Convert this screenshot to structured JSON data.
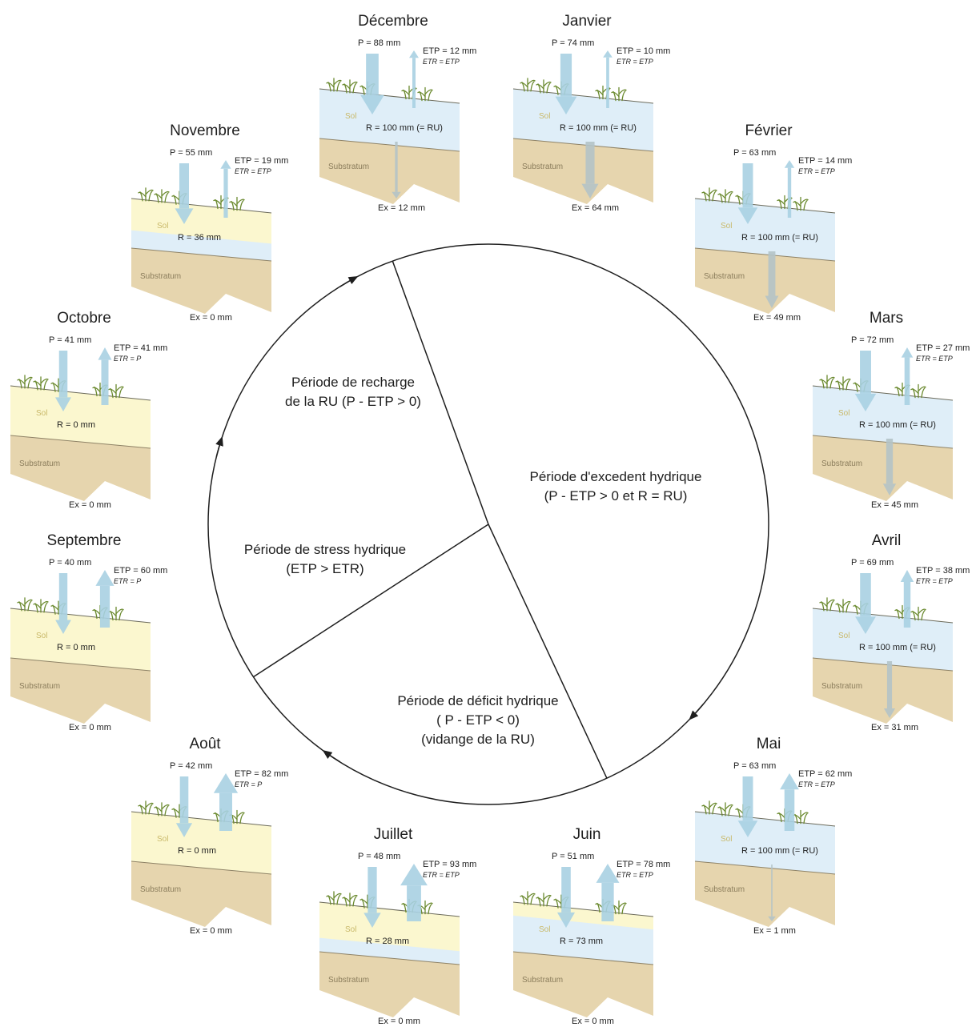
{
  "labels": {
    "sol": "Sol",
    "substratum": "Substratum"
  },
  "colors": {
    "soil_dry": "#fbf7cf",
    "soil_wet": "#dfeef8",
    "substratum": "#e6d5ae",
    "arrow_p": "#a9d0e2",
    "arrow_etp": "#a9d0e2",
    "arrow_ex": "#b4c3c6",
    "plant": "#6b8a2f",
    "line": "#1e1e1e"
  },
  "months": [
    {
      "id": "decembre",
      "name": "Décembre",
      "p": "P = 88 mm",
      "etp": "ETP = 12 mm",
      "etr": "ETR = ETP",
      "r": "R = 100 mm (= RU)",
      "ex": "Ex = 12 mm",
      "water": 1.0,
      "p_mm": 88,
      "etp_mm": 12,
      "ex_mm": 12
    },
    {
      "id": "janvier",
      "name": "Janvier",
      "p": "P = 74 mm",
      "etp": "ETP = 10 mm",
      "etr": "ETR = ETP",
      "r": "R = 100 mm (= RU)",
      "ex": "Ex = 64 mm",
      "water": 1.0,
      "p_mm": 74,
      "etp_mm": 10,
      "ex_mm": 64
    },
    {
      "id": "fevrier",
      "name": "Février",
      "p": "P = 63 mm",
      "etp": "ETP = 14 mm",
      "etr": "ETR = ETP",
      "r": "R = 100 mm (= RU)",
      "ex": "Ex = 49 mm",
      "water": 1.0,
      "p_mm": 63,
      "etp_mm": 14,
      "ex_mm": 49
    },
    {
      "id": "mars",
      "name": "Mars",
      "p": "P = 72 mm",
      "etp": "ETP = 27 mm",
      "etr": "ETR = ETP",
      "r": "R = 100 mm (= RU)",
      "ex": "Ex = 45 mm",
      "water": 1.0,
      "p_mm": 72,
      "etp_mm": 27,
      "ex_mm": 45
    },
    {
      "id": "avril",
      "name": "Avril",
      "p": "P = 69 mm",
      "etp": "ETP = 38 mm",
      "etr": "ETR = ETP",
      "r": "R = 100 mm (= RU)",
      "ex": "Ex = 31 mm",
      "water": 1.0,
      "p_mm": 69,
      "etp_mm": 38,
      "ex_mm": 31
    },
    {
      "id": "mai",
      "name": "Mai",
      "p": "P = 63 mm",
      "etp": "ETP = 62 mm",
      "etr": "ETR = ETP",
      "r": "R = 100 mm (= RU)",
      "ex": "Ex = 1 mm",
      "water": 1.0,
      "p_mm": 63,
      "etp_mm": 62,
      "ex_mm": 1
    },
    {
      "id": "juin",
      "name": "Juin",
      "p": "P = 51 mm",
      "etp": "ETP = 78 mm",
      "etr": "ETR = ETP",
      "r": "R = 73 mm",
      "ex": "Ex = 0 mm",
      "water": 0.73,
      "p_mm": 51,
      "etp_mm": 78,
      "ex_mm": 0
    },
    {
      "id": "juillet",
      "name": "Juillet",
      "p": "P = 48 mm",
      "etp": "ETP = 93 mm",
      "etr": "ETR = ETP",
      "r": "R = 28 mm",
      "ex": "Ex = 0 mm",
      "water": 0.28,
      "p_mm": 48,
      "etp_mm": 93,
      "ex_mm": 0
    },
    {
      "id": "aout",
      "name": "Août",
      "p": "P = 42 mm",
      "etp": "ETP = 82 mm",
      "etr": "ETR = P",
      "r": "R = 0 mm",
      "ex": "Ex = 0 mm",
      "water": 0,
      "p_mm": 42,
      "etp_mm": 82,
      "ex_mm": 0
    },
    {
      "id": "septembre",
      "name": "Septembre",
      "p": "P = 40 mm",
      "etp": "ETP = 60 mm",
      "etr": "ETR = P",
      "r": "R = 0 mm",
      "ex": "Ex = 0 mm",
      "water": 0,
      "p_mm": 40,
      "etp_mm": 60,
      "ex_mm": 0
    },
    {
      "id": "octobre",
      "name": "Octobre",
      "p": "P = 41 mm",
      "etp": "ETP = 41 mm",
      "etr": "ETR = P",
      "r": "R = 0 mm",
      "ex": "Ex = 0 mm",
      "water": 0,
      "p_mm": 41,
      "etp_mm": 41,
      "ex_mm": 0
    },
    {
      "id": "novembre",
      "name": "Novembre",
      "p": "P = 55 mm",
      "etp": "ETP = 19 mm",
      "etr": "ETR = ETP",
      "r": "R = 36 mm",
      "ex": "Ex = 0 mm",
      "water": 0.36,
      "p_mm": 55,
      "etp_mm": 19,
      "ex_mm": 0
    }
  ],
  "periods": [
    {
      "id": "recharge",
      "lines": [
        "Période de recharge",
        "de la RU (P - ETP > 0)"
      ]
    },
    {
      "id": "excedent",
      "lines": [
        "Période d'excedent hydrique",
        "(P - ETP > 0 et R = RU)"
      ]
    },
    {
      "id": "stress",
      "lines": [
        "Période de stress hydrique",
        "(ETP > ETR)"
      ]
    },
    {
      "id": "deficit",
      "lines": [
        "Période de déficit hydrique",
        "( P - ETP < 0)",
        "(vidange de la RU)"
      ]
    }
  ]
}
